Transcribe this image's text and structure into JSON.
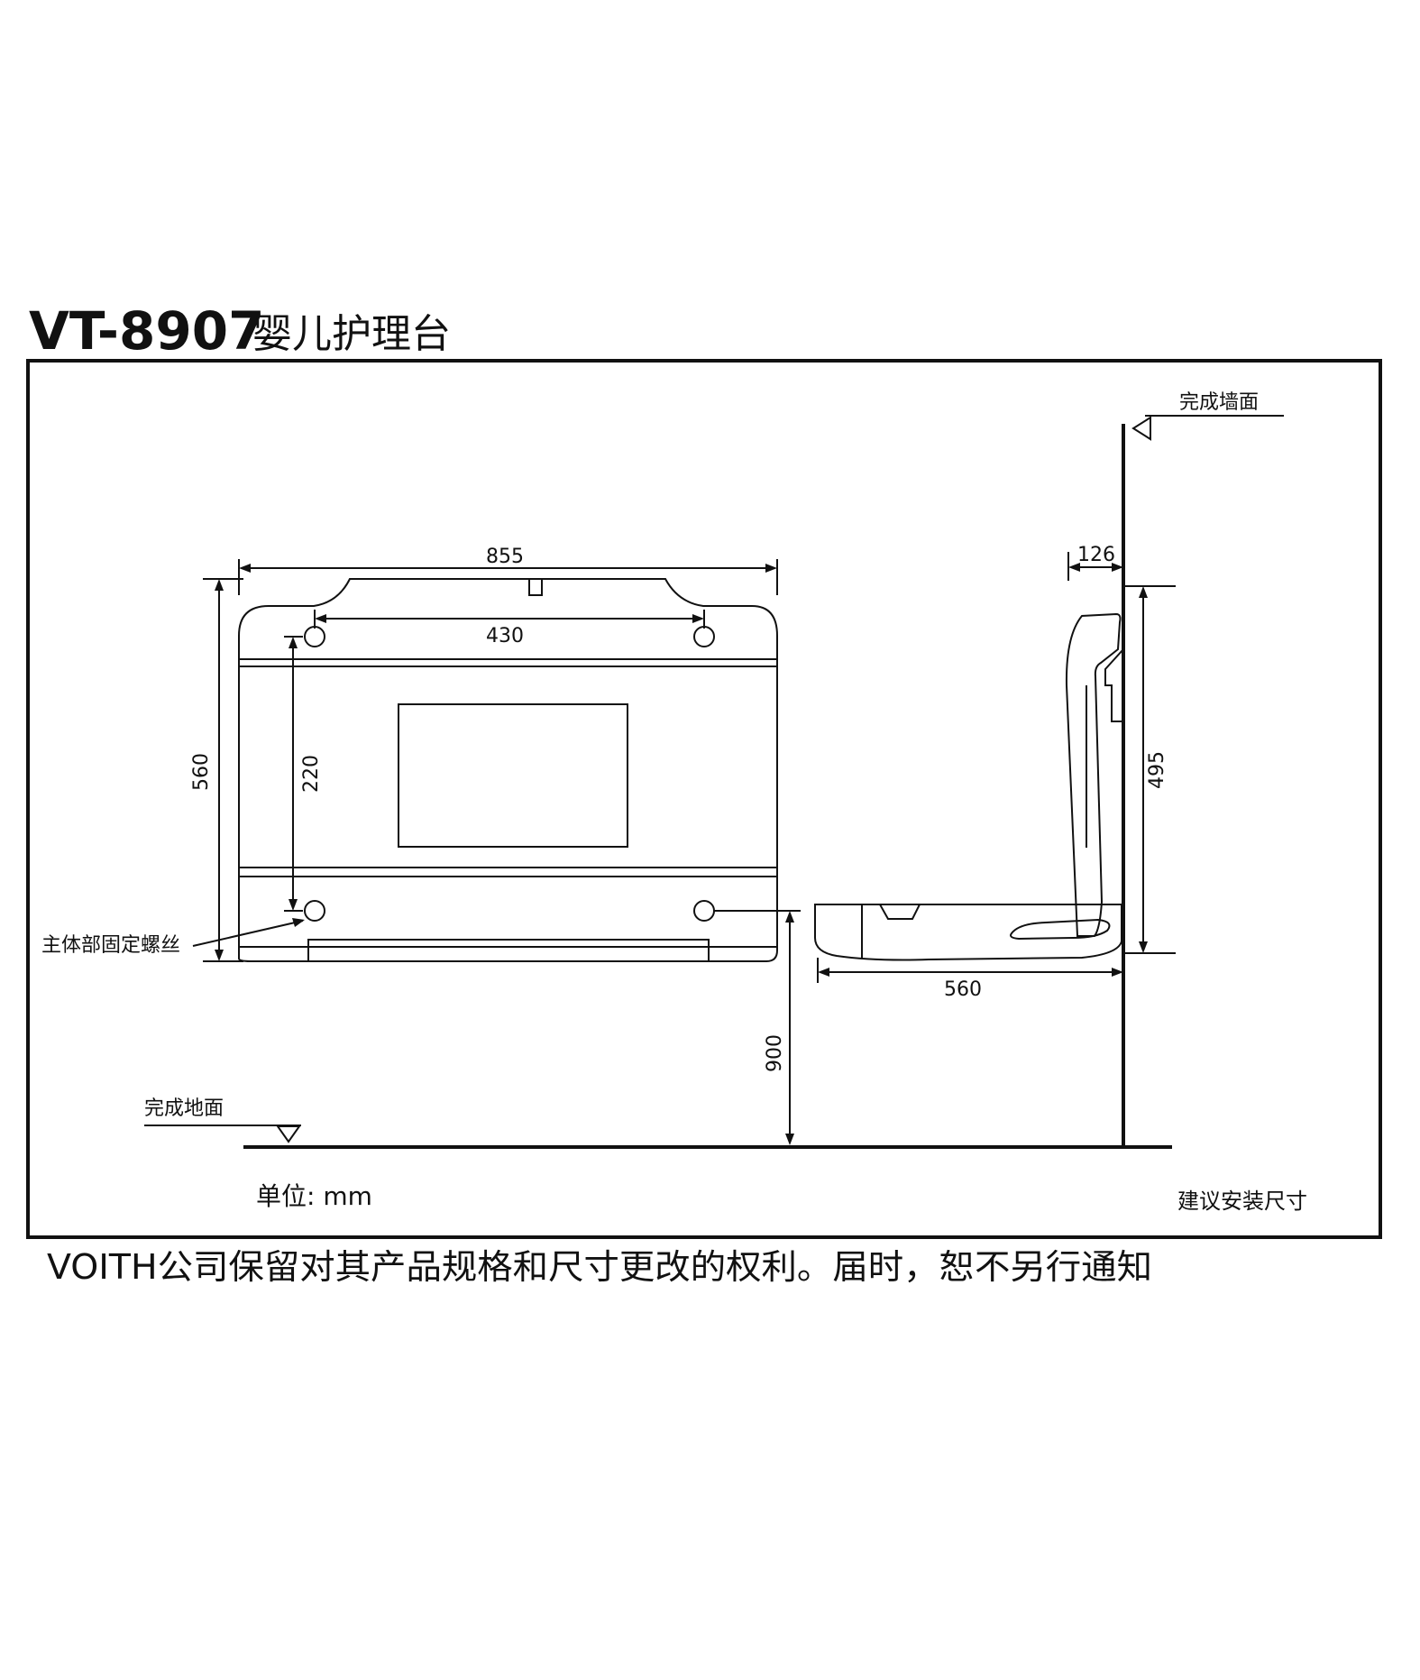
{
  "title": {
    "model": "VT-8907",
    "name": "婴儿护理台"
  },
  "labels": {
    "finished_wall": "完成墙面",
    "finished_floor": "完成地面",
    "main_body_screw": "主体部固定螺丝",
    "unit": "单位: mm",
    "recommended_install": "建议安装尺寸"
  },
  "dimensions": {
    "width_total": "855",
    "hole_spacing_h": "430",
    "height_total": "560",
    "hole_spacing_v": "220",
    "mount_height": "900",
    "side_depth_top": "126",
    "side_height": "495",
    "side_depth_open": "560"
  },
  "footer": {
    "disclaimer": "VOITH公司保留对其产品规格和尺寸更改的权利。届时，恕不另行通知"
  }
}
